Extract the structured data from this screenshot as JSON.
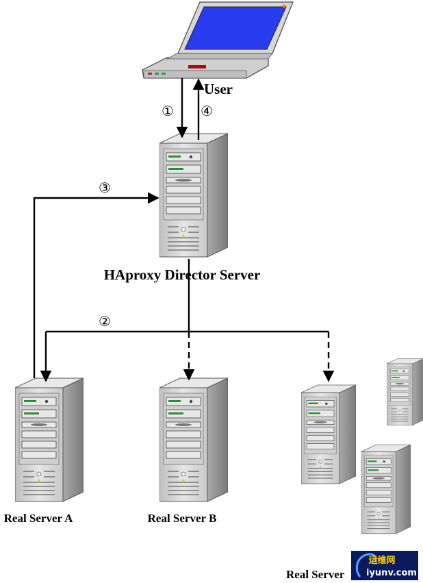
{
  "labels": {
    "user": "User",
    "director": "HAproxy Director Server",
    "server_a": "Real Server A",
    "server_b": "Real Server B",
    "server_group": "Real Server"
  },
  "steps": {
    "s1": "①",
    "s2": "②",
    "s3": "③",
    "s4": "④"
  },
  "watermark": {
    "top": "运维网",
    "bottom": "iyunv.com"
  },
  "colors": {
    "laptop_screen": "#2a3cf0",
    "server_body": "#d9d9d9",
    "watermark_bg": "#0a1a5c",
    "arrow": "#000000"
  }
}
